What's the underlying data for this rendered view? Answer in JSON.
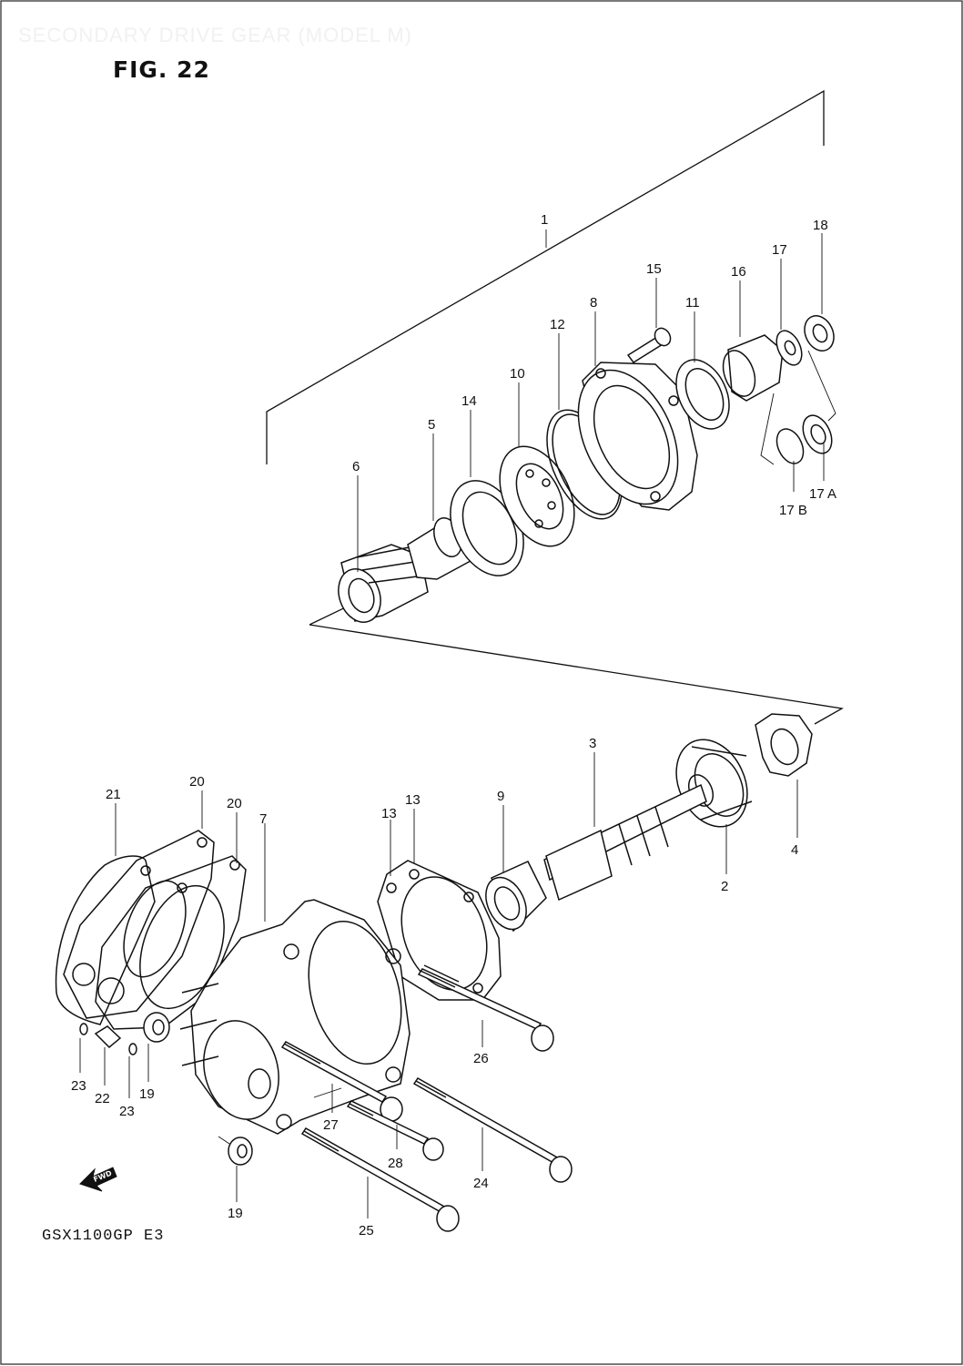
{
  "header": {
    "ghost_text": "SECONDARY DRIVE GEAR (MODEL M)",
    "figure_title": "FIG. 22",
    "model_code": "GSX1100GP E3",
    "fwd_label": "FWD"
  },
  "callouts": [
    {
      "id": "c1",
      "text": "1"
    },
    {
      "id": "c2",
      "text": "2"
    },
    {
      "id": "c3",
      "text": "3"
    },
    {
      "id": "c4",
      "text": "4"
    },
    {
      "id": "c5",
      "text": "5"
    },
    {
      "id": "c6",
      "text": "6"
    },
    {
      "id": "c7",
      "text": "7"
    },
    {
      "id": "c8",
      "text": "8"
    },
    {
      "id": "c9",
      "text": "9"
    },
    {
      "id": "c10",
      "text": "10"
    },
    {
      "id": "c11",
      "text": "11"
    },
    {
      "id": "c12",
      "text": "12"
    },
    {
      "id": "c13a",
      "text": "13"
    },
    {
      "id": "c13b",
      "text": "13"
    },
    {
      "id": "c14",
      "text": "14"
    },
    {
      "id": "c15",
      "text": "15"
    },
    {
      "id": "c16",
      "text": "16"
    },
    {
      "id": "c17",
      "text": "17"
    },
    {
      "id": "c17a",
      "text": "17 A"
    },
    {
      "id": "c17b",
      "text": "17 B"
    },
    {
      "id": "c18",
      "text": "18"
    },
    {
      "id": "c19a",
      "text": "19"
    },
    {
      "id": "c19b",
      "text": "19"
    },
    {
      "id": "c20a",
      "text": "20"
    },
    {
      "id": "c20b",
      "text": "20"
    },
    {
      "id": "c21",
      "text": "21"
    },
    {
      "id": "c22",
      "text": "22"
    },
    {
      "id": "c23a",
      "text": "23"
    },
    {
      "id": "c23b",
      "text": "23"
    },
    {
      "id": "c24",
      "text": "24"
    },
    {
      "id": "c25",
      "text": "25"
    },
    {
      "id": "c26",
      "text": "26"
    },
    {
      "id": "c27",
      "text": "27"
    },
    {
      "id": "c28",
      "text": "28"
    }
  ]
}
